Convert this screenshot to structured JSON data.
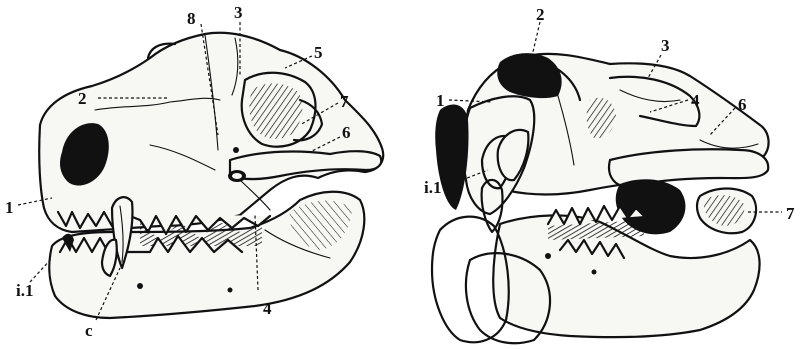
{
  "figure": {
    "panels": [
      {
        "id": "left-skull",
        "labels": [
          "8",
          "3",
          "5",
          "7",
          "2",
          "6",
          "1",
          "i.1",
          "c",
          "4"
        ]
      },
      {
        "id": "right-skull",
        "labels": [
          "2",
          "3",
          "1",
          "4",
          "6",
          "i.1",
          "7"
        ]
      }
    ]
  }
}
